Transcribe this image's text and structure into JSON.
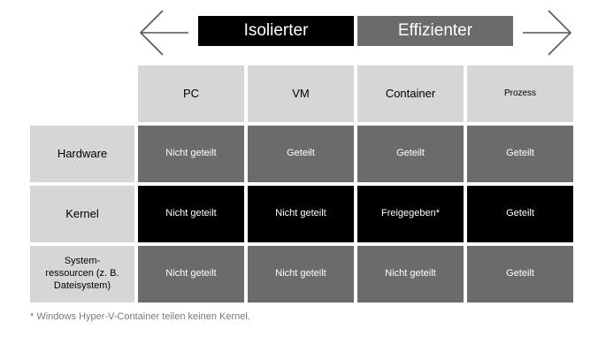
{
  "header": {
    "left_label": "Isolierter",
    "right_label": "Effizienter"
  },
  "columns": [
    "PC",
    "VM",
    "Container",
    "Prozess"
  ],
  "rows": [
    {
      "label": "Hardware",
      "cells": [
        "Nicht geteilt",
        "Geteilt",
        "Geteilt",
        "Geteilt"
      ]
    },
    {
      "label": "Kernel",
      "cells": [
        "Nicht geteilt",
        "Nicht geteilt",
        "Freigegeben*",
        "Geteilt"
      ]
    },
    {
      "label": "System-\nressourcen (z. B.\nDateisystem)",
      "cells": [
        "Nicht geteilt",
        "Nicht geteilt",
        "Nicht geteilt",
        "Geteilt"
      ]
    }
  ],
  "footnote": "* Windows Hyper-V-Container teilen keinen Kernel.",
  "colors": {
    "dark": "#000000",
    "mid_gray": "#6b6b6b",
    "light_gray": "#d6d6d6"
  }
}
